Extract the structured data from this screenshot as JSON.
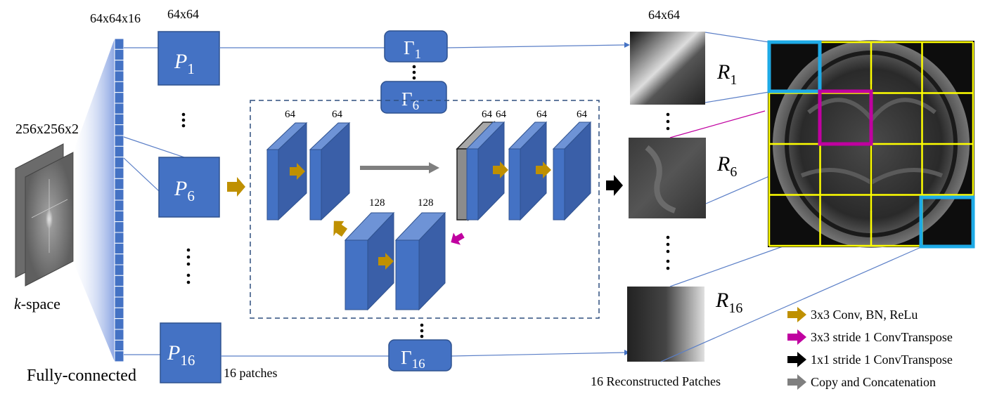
{
  "input": {
    "size_label": "256x256x2",
    "caption_italic": "k",
    "caption_rest": "-space"
  },
  "fc": {
    "size_label": "64x64x16",
    "caption": "Fully-connected"
  },
  "patches": {
    "size_label": "64x64",
    "items": [
      {
        "letter": "P",
        "sub": "1"
      },
      {
        "letter": "P",
        "sub": "6"
      },
      {
        "letter": "P",
        "sub": "16"
      }
    ],
    "caption": "16 patches"
  },
  "gammas": [
    {
      "letter": "Γ",
      "sub": "1"
    },
    {
      "letter": "Γ",
      "sub": "6"
    },
    {
      "letter": "Γ",
      "sub": "16"
    }
  ],
  "unet": {
    "enc_labels": [
      "64",
      "64"
    ],
    "bottleneck_labels": [
      "128",
      "128"
    ],
    "dec_labels": [
      "64",
      "64",
      "64",
      "64"
    ]
  },
  "recon": {
    "size_label": "64x64",
    "items": [
      {
        "letter": "R",
        "sub": "1"
      },
      {
        "letter": "R",
        "sub": "6"
      },
      {
        "letter": "R",
        "sub": "16"
      }
    ],
    "caption": "16 Reconstructed Patches"
  },
  "legend": [
    {
      "color": "#BF9000",
      "icon": "arrow-right",
      "text": "3x3 Conv, BN,  ReLu"
    },
    {
      "color": "#C000A0",
      "icon": "arrow-right",
      "text": "3x3 stride 1 ConvTranspose"
    },
    {
      "color": "#000000",
      "icon": "arrow-right",
      "text": "1x1 stride 1 ConvTranspose"
    },
    {
      "color": "#7F7F7F",
      "icon": "arrow-right",
      "text": "Copy and Concatenation"
    }
  ],
  "colors": {
    "block_blue": "#4472C4",
    "grid_yellow": "#FFFF00",
    "highlight_cyan": "#1EAAE6",
    "highlight_magenta": "#C000A0"
  }
}
